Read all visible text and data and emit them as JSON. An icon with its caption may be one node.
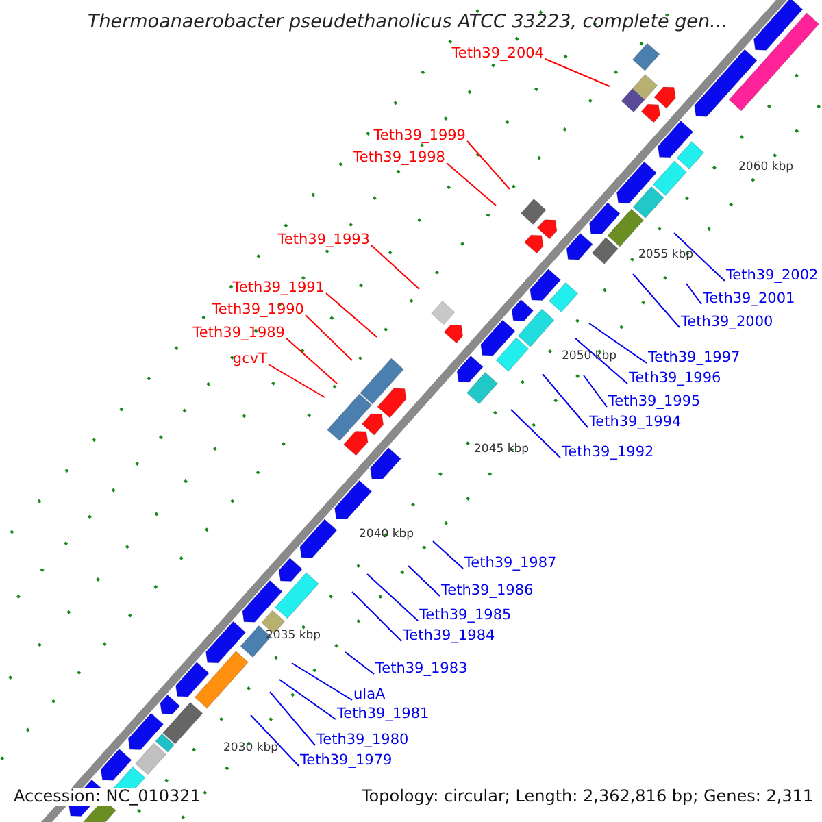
{
  "diagram": {
    "title": "Thermoanaerobacter pseudethanolicus ATCC 33223, complete gen...",
    "nodes": [
      {
        "text": [
          "Teth39_2004"
        ]
      },
      {
        "text": [
          "Teth39_1999"
        ]
      },
      {
        "text": [
          "Teth39_1998"
        ]
      },
      {
        "text": [
          "Teth39_1993"
        ]
      },
      {
        "text": [
          "Teth39_2002"
        ]
      },
      {
        "text": [
          "Teth39_1991"
        ]
      },
      {
        "text": [
          "Teth39_2001"
        ]
      },
      {
        "text": [
          "Teth39_1990"
        ]
      },
      {
        "text": [
          "Teth39_2000"
        ]
      },
      {
        "text": [
          "Teth39_1989"
        ]
      },
      {
        "text": [
          "Teth39_1997"
        ]
      },
      {
        "text": [
          "gcvT"
        ]
      },
      {
        "text": [
          "Teth39_1996"
        ]
      },
      {
        "text": [
          "Teth39_1995"
        ]
      },
      {
        "text": [
          "Teth39_1994"
        ]
      },
      {
        "text": [
          "Teth39_1992"
        ]
      },
      {
        "text": [
          "Teth39_1987"
        ]
      },
      {
        "text": [
          "Teth39_1986"
        ]
      },
      {
        "text": [
          "Teth39_1985"
        ]
      },
      {
        "text": [
          "Teth39_1984"
        ]
      },
      {
        "text": [
          "Teth39_1983"
        ]
      },
      {
        "text": [
          "ulaA"
        ]
      },
      {
        "text": [
          "Teth39_1981"
        ]
      },
      {
        "text": [
          "Teth39_1980"
        ]
      },
      {
        "text": [
          "Teth39_1979"
        ]
      }
    ],
    "edges": [
      {
        "from": 0,
        "to": null,
        "arrow": "none",
        "color": "#ff0000"
      },
      {
        "from": 1,
        "to": null,
        "arrow": "none",
        "color": "#ff0000"
      },
      {
        "from": 2,
        "to": null,
        "arrow": "none",
        "color": "#ff0000"
      },
      {
        "from": 3,
        "to": null,
        "arrow": "none",
        "color": "#ff0000"
      },
      {
        "from": 4,
        "to": null,
        "arrow": "none"
      },
      {
        "from": 5,
        "to": null,
        "arrow": "none",
        "color": "#ff0000"
      },
      {
        "from": 6,
        "to": null,
        "arrow": "none"
      },
      {
        "from": 7,
        "to": null,
        "arrow": "none",
        "color": "#ff0000"
      },
      {
        "from": 8,
        "to": null,
        "arrow": "none"
      },
      {
        "from": 9,
        "to": null,
        "arrow": "none",
        "color": "#ff0000"
      },
      {
        "from": 10,
        "to": null,
        "arrow": "none"
      },
      {
        "from": 11,
        "to": null,
        "arrow": "none",
        "color": "#ff0000"
      },
      {
        "from": 12,
        "to": null,
        "arrow": "none"
      },
      {
        "from": 13,
        "to": null,
        "arrow": "none"
      },
      {
        "from": 14,
        "to": null,
        "arrow": "none"
      },
      {
        "from": 15,
        "to": null,
        "arrow": "none"
      },
      {
        "from": 16,
        "to": null,
        "arrow": "none"
      },
      {
        "from": 17,
        "to": null,
        "arrow": "none"
      },
      {
        "from": 18,
        "to": null,
        "arrow": "none"
      },
      {
        "from": 19,
        "to": null,
        "arrow": "none"
      },
      {
        "from": 20,
        "to": null,
        "arrow": "none"
      },
      {
        "from": 21,
        "to": null,
        "arrow": "none"
      },
      {
        "from": 22,
        "to": null,
        "arrow": "none"
      },
      {
        "from": 23,
        "to": null,
        "arrow": "none"
      },
      {
        "from": 24,
        "to": null,
        "arrow": "none"
      }
    ],
    "labels": [
      "2060 kbp",
      "2055 kbp",
      "2050 kbp",
      "2045 kbp",
      "2040 kbp",
      "2035 kbp",
      "2030 kbp",
      "Accession: NC_010321",
      "Topology: circular; Length: 2,362,816 bp; Genes: 2,311"
    ]
  }
}
